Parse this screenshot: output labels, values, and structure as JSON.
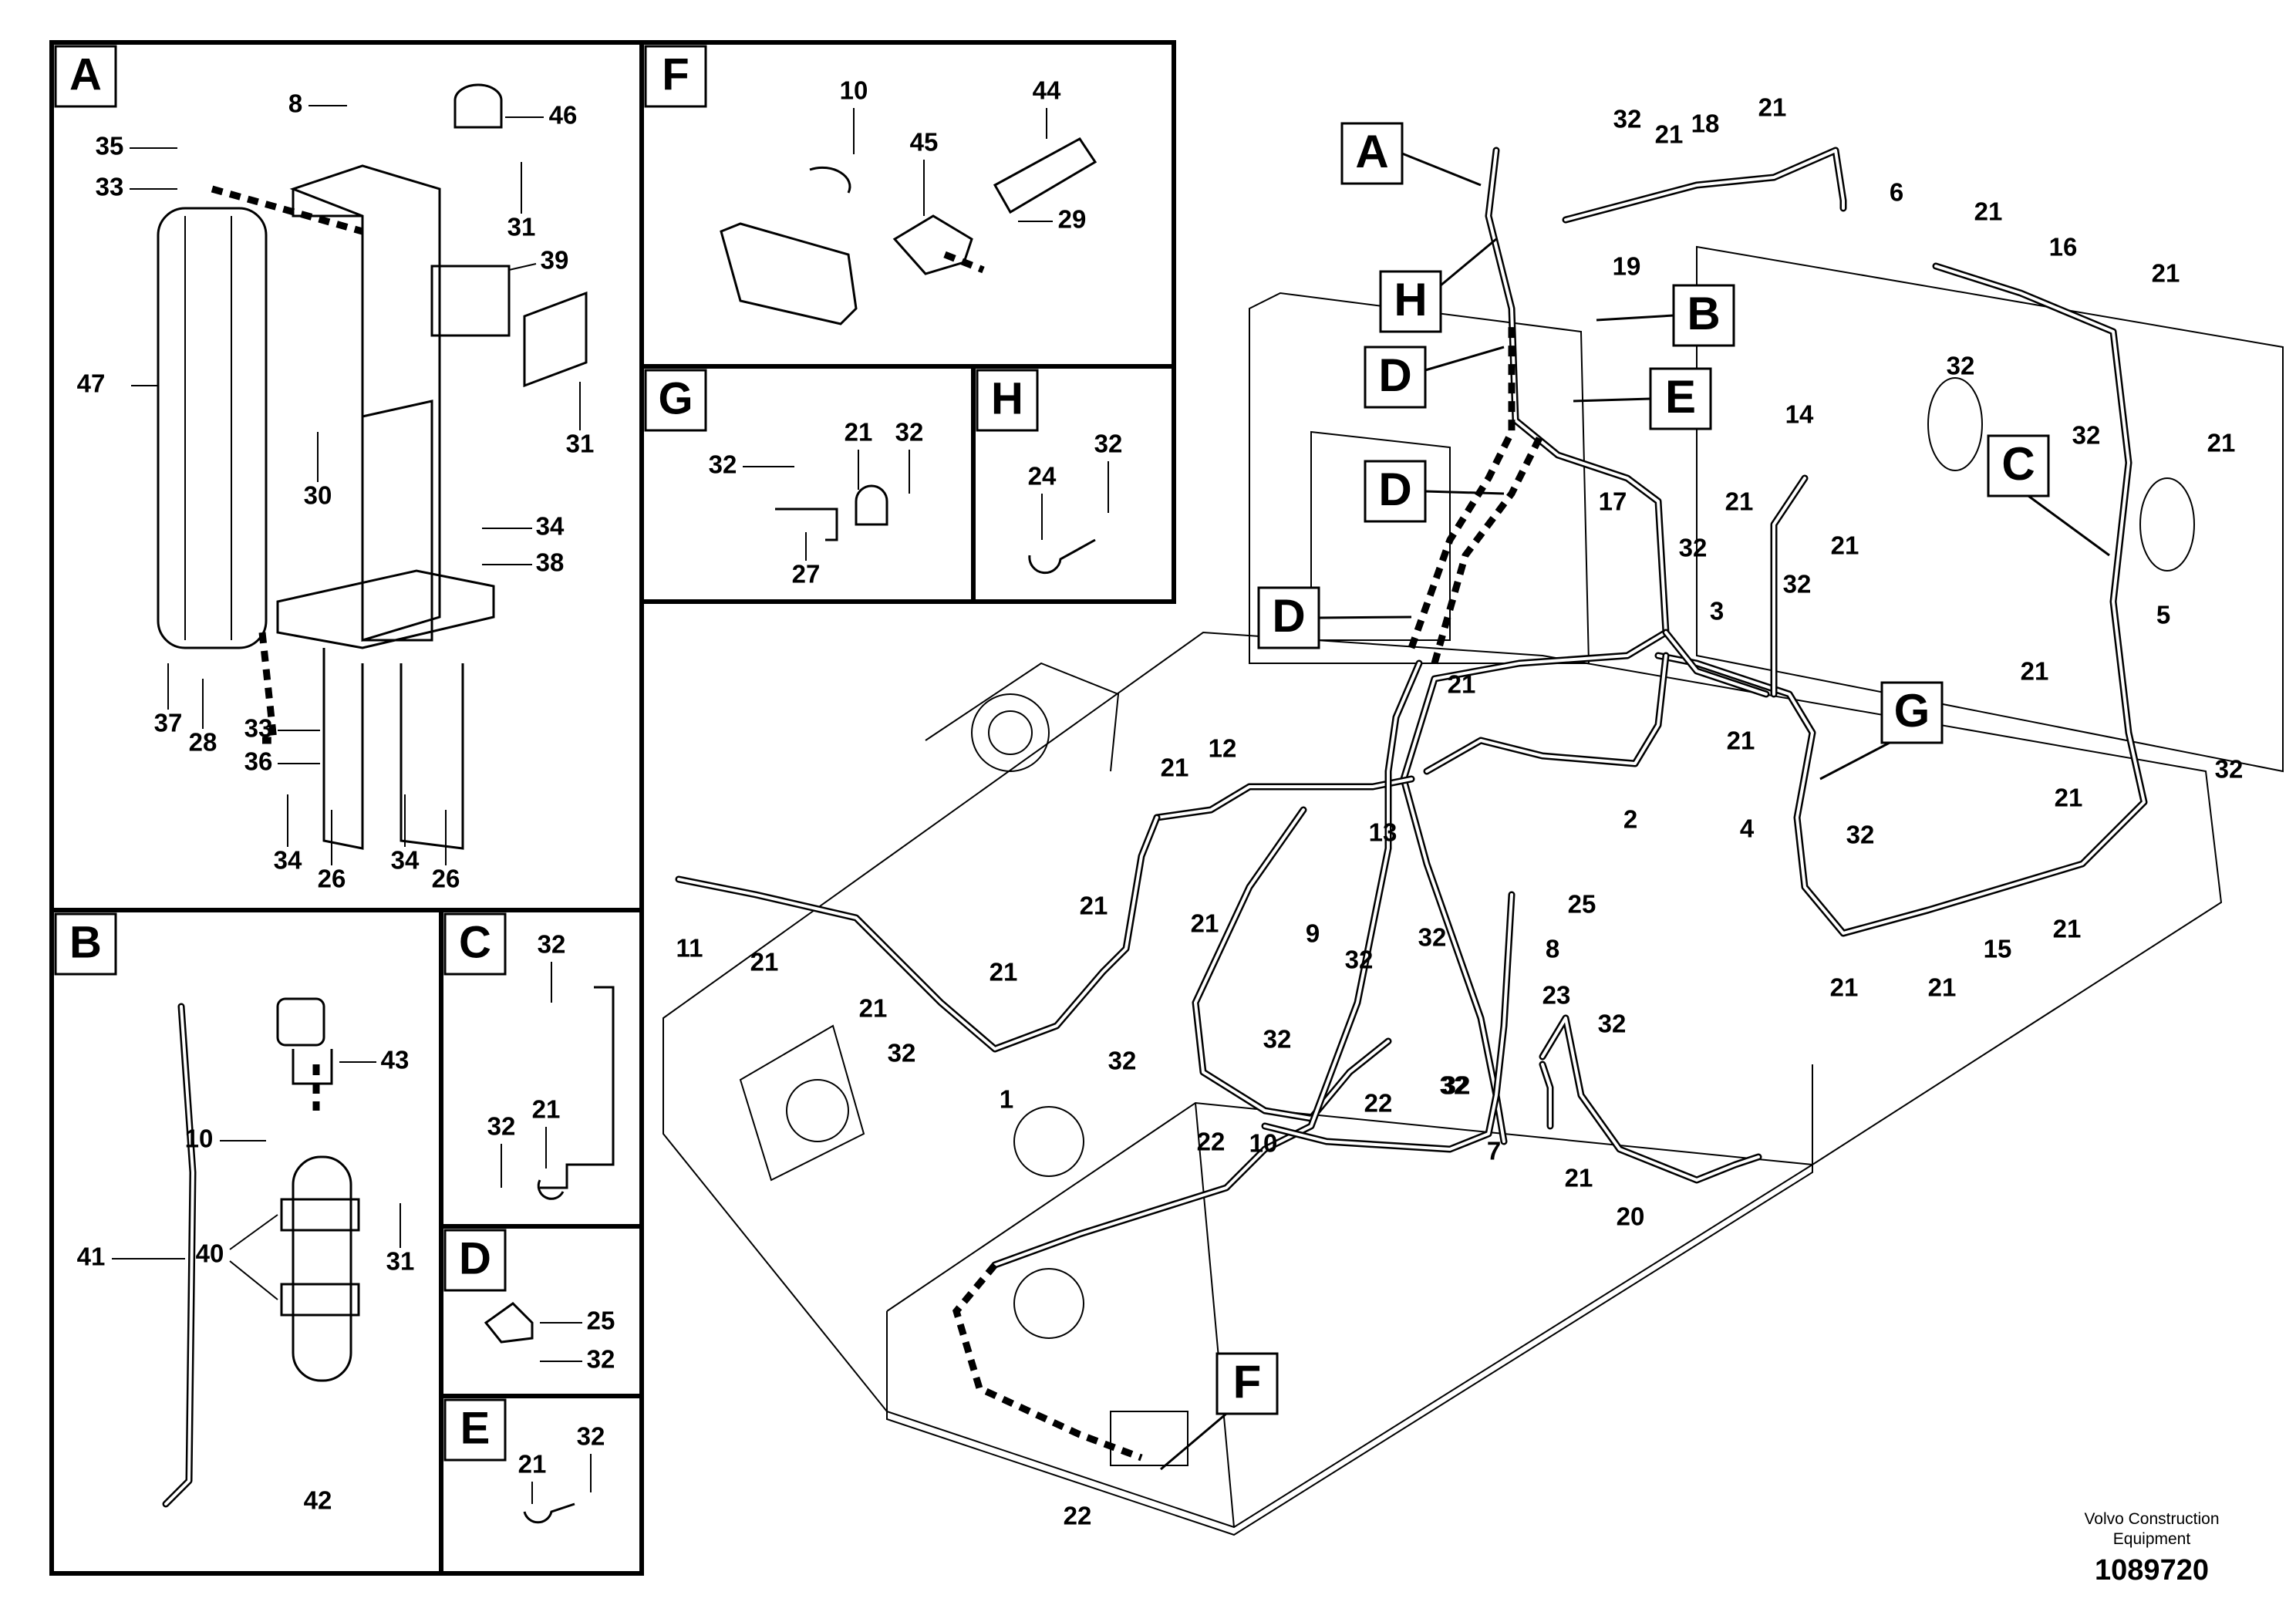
{
  "panels": [
    {
      "letter": "A"
    },
    {
      "letter": "B"
    },
    {
      "letter": "C"
    },
    {
      "letter": "D"
    },
    {
      "letter": "E"
    },
    {
      "letter": "F"
    },
    {
      "letter": "G"
    },
    {
      "letter": "H"
    }
  ],
  "callouts": [
    "A",
    "H",
    "B",
    "D",
    "E",
    "D",
    "D",
    "C",
    "G",
    "F"
  ],
  "part_labels": {
    "a": [
      "8",
      "46",
      "35",
      "33",
      "31",
      "39",
      "47",
      "31",
      "30",
      "34",
      "38",
      "37",
      "28",
      "33",
      "36",
      "34",
      "26",
      "34",
      "26"
    ],
    "b": [
      "43",
      "10",
      "41",
      "40",
      "31",
      "42"
    ],
    "c": [
      "32",
      "32",
      "21"
    ],
    "d": [
      "25",
      "32"
    ],
    "e": [
      "21",
      "32"
    ],
    "f": [
      "10",
      "44",
      "45",
      "29"
    ],
    "g": [
      "32",
      "21",
      "32",
      "27"
    ],
    "h": [
      "24",
      "32"
    ],
    "main": [
      "32",
      "21",
      "18",
      "21",
      "6",
      "21",
      "16",
      "21",
      "19",
      "32",
      "32",
      "21",
      "14",
      "17",
      "21",
      "21",
      "32",
      "32",
      "3",
      "5",
      "21",
      "21",
      "21",
      "21",
      "32",
      "12",
      "21",
      "2",
      "13",
      "4",
      "32",
      "21",
      "15",
      "21",
      "11",
      "21",
      "9",
      "25",
      "32",
      "21",
      "21",
      "8",
      "21",
      "21",
      "21",
      "32",
      "32",
      "32",
      "23",
      "32",
      "32",
      "32",
      "22",
      "22",
      "32",
      "7",
      "1",
      "10",
      "21",
      "20",
      "22"
    ]
  },
  "footer": {
    "brand": "Volvo Construction",
    "brand2": "Equipment",
    "code": "1089720"
  }
}
